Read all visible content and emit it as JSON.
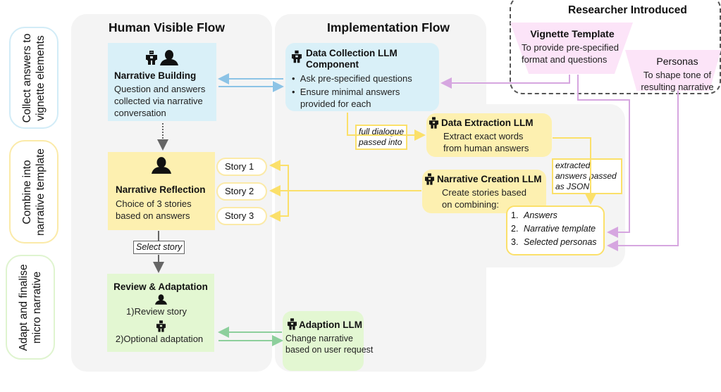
{
  "phases": [
    {
      "line1": "Collect answers to",
      "line2": "vignette elements"
    },
    {
      "line1": "Combine into",
      "line2": "narrative template"
    },
    {
      "line1": "Adapt and finalise",
      "line2": "micro narrative"
    }
  ],
  "human_flow": {
    "title": "Human Visible Flow",
    "narrative_building": {
      "icons": [
        "robot-icon",
        "person-icon"
      ],
      "title": "Narrative Building",
      "lines": [
        "Question and answers",
        "collected via narrative",
        "conversation"
      ]
    },
    "narrative_reflection": {
      "icons": [
        "person-icon"
      ],
      "title": "Narrative Reflection",
      "lines": [
        "Choice of 3 stories",
        "based on answers"
      ]
    },
    "stories": [
      "Story 1",
      "Story 2",
      "Story 3"
    ],
    "select_story_label": "Select story",
    "review": {
      "title": "Review & Adaptation",
      "step1": "1)Review story",
      "step2": "2)Optional adaptation"
    }
  },
  "implementation_flow": {
    "title": "Implementation Flow",
    "data_collection": {
      "title_line1": "Data Collection LLM",
      "title_line2": "Component",
      "bullets": [
        "Ask pre-specified questions",
        "Ensure minimal answers",
        "provided for each"
      ]
    },
    "full_dialogue_label": [
      "full dialogue",
      "passed into"
    ],
    "data_extraction": {
      "title": "Data Extraction LLM",
      "lines": [
        "Extract exact words",
        "from human answers"
      ]
    },
    "extracted_label": [
      "extracted",
      "answers passed",
      "as JSON"
    ],
    "narrative_creation": {
      "title": "Narrative Creation LLM",
      "lines": [
        "Create stories based",
        "on combining:"
      ]
    },
    "combining_list": [
      "1.",
      "Answers",
      "2.",
      "Narrative template",
      "3.",
      "Selected personas"
    ],
    "adaption": {
      "title": "Adaption LLM",
      "lines": [
        "Change narrative",
        "based on user request"
      ]
    }
  },
  "researcher": {
    "title": "Researcher Introduced",
    "vignette_template": {
      "title": "Vignette Template",
      "lines": [
        "To provide pre-specified",
        "format and questions"
      ]
    },
    "personas": {
      "title": "Personas",
      "lines": [
        "To shape tone of",
        "resulting narrative"
      ]
    }
  },
  "colors": {
    "blue": "#8cc3e6",
    "yellow": "#fbe06a",
    "green": "#8dcf9c",
    "purple": "#d6a6e0",
    "gray_arrow": "#666666"
  }
}
